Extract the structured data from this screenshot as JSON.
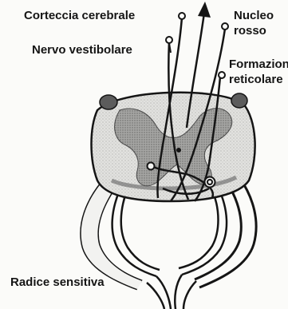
{
  "labels": {
    "corteccia_cerebrale": "Corteccia cerebrale",
    "nervo_vestibolare": "Nervo vestibolare",
    "nucleo": "Nucleo",
    "rosso": "rosso",
    "formazione": "Formazione",
    "reticolare": "reticolare",
    "radice_sensitiva": "Radice sensitiva"
  },
  "colors": {
    "ink": "#151515",
    "white_matter": "#e4e4e1",
    "grey_matter": "#a3a3a1",
    "dark_shade": "#5c5c5c",
    "nerve_fill": "#f2f2f0"
  }
}
